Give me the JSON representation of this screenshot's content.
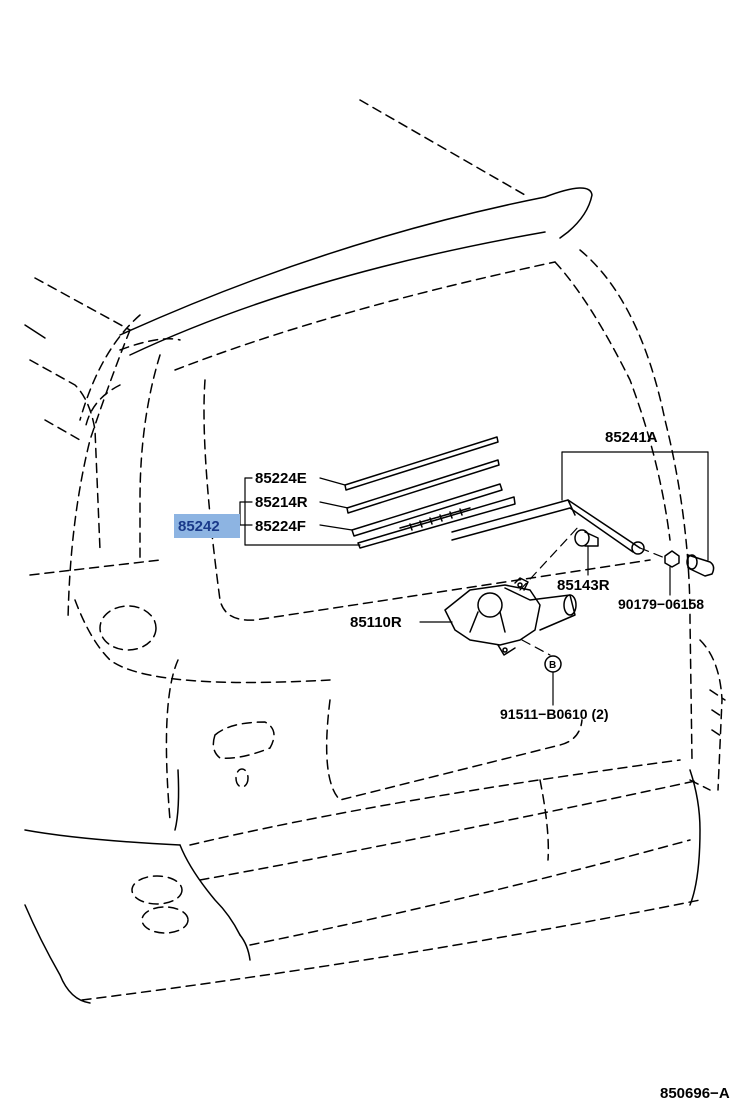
{
  "callouts": {
    "p85224E": "85224E",
    "p85214R": "85214R",
    "p85242": "85242",
    "p85224F": "85224F",
    "p85241A": "85241A",
    "p85143R": "85143R",
    "p90179": "90179−06158",
    "p85110R": "85110R",
    "p91511": "91511−B0610 (2)",
    "marker_b": "B"
  },
  "diagram_code": "850696−A",
  "colors": {
    "line": "#000000",
    "highlight": "#8db4e2",
    "highlight_text": "#1a3a8a",
    "background": "#ffffff"
  }
}
